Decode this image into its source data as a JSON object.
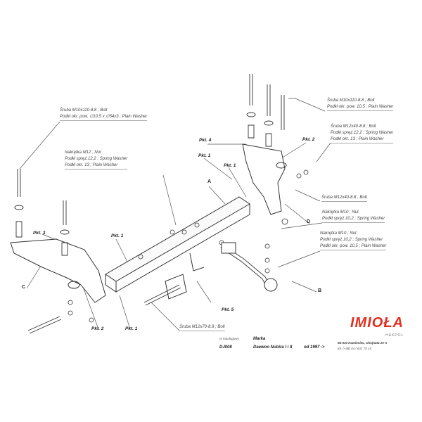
{
  "callouts": {
    "bolt_m10x110_left": [
      "Śruba M10x110-8.8 ; Bolt",
      "Podkł okr. pow. ∅10,5 x ∅54x3 ; Plain Washer"
    ],
    "nut_m12": [
      "Nakrętka M12 ; Nut",
      "Podkł spręż.12,2 ; Spring Washer",
      "Podkł okr. 13 ; Plain Washer"
    ],
    "bolt_m10x110_right": [
      "Śruba M10x110-8.8 ; Bolt",
      "Podkł okr. pow. 10,5 ; Plain Washer"
    ],
    "bolt_m12x40_a": [
      "Śruba M12x40-8.8 ; Bolt",
      "Podkł spręż.12,2 ; Spring Washer",
      "Podkł okr. 13 ; Plain Washer"
    ],
    "bolt_m12x40_b": [
      "Śruba M12x40-8.8 ; Bolt"
    ],
    "nut_m10_a": [
      "Nakrętka M10 ; Nut",
      "Podkł spręż.10,2 ; Spring Washer"
    ],
    "nut_m10_b": [
      "Nakrętka M10 ; Nut",
      "Podkł spręż.10,2 ; Spring Washer",
      "Podkł okr. pow. 10,5 ; Plain Washer"
    ],
    "bolt_m12x70": [
      "Śruba M12x70-8.8 ; Bolt"
    ]
  },
  "points": {
    "p4": "Pkt. 4",
    "p1a": "Pkt. 1",
    "p2a": "Pkt. 2",
    "p1b": "Pkt. 1",
    "p3": "Pkt. 3",
    "p1c": "Pkt. 1",
    "p2b": "Pkt. 2",
    "p1d": "Pkt. 1",
    "p5": "Pkt. 5"
  },
  "letters": {
    "a": "A",
    "b": "B",
    "c": "C",
    "d": "D"
  },
  "footer": {
    "catalog_label": "nr katalogowy",
    "brand_label": "Marka",
    "catalog_no": "DJ008",
    "model": "Daewoo Nubira I i II",
    "year": "od 1997 ->",
    "logo": "IMIOŁA",
    "logo_sub": "HAKPOL",
    "address": "94-333 Kamieniec, Chojnata 23 A",
    "phone": "tel. (+48) 44 / 631 75 15"
  }
}
